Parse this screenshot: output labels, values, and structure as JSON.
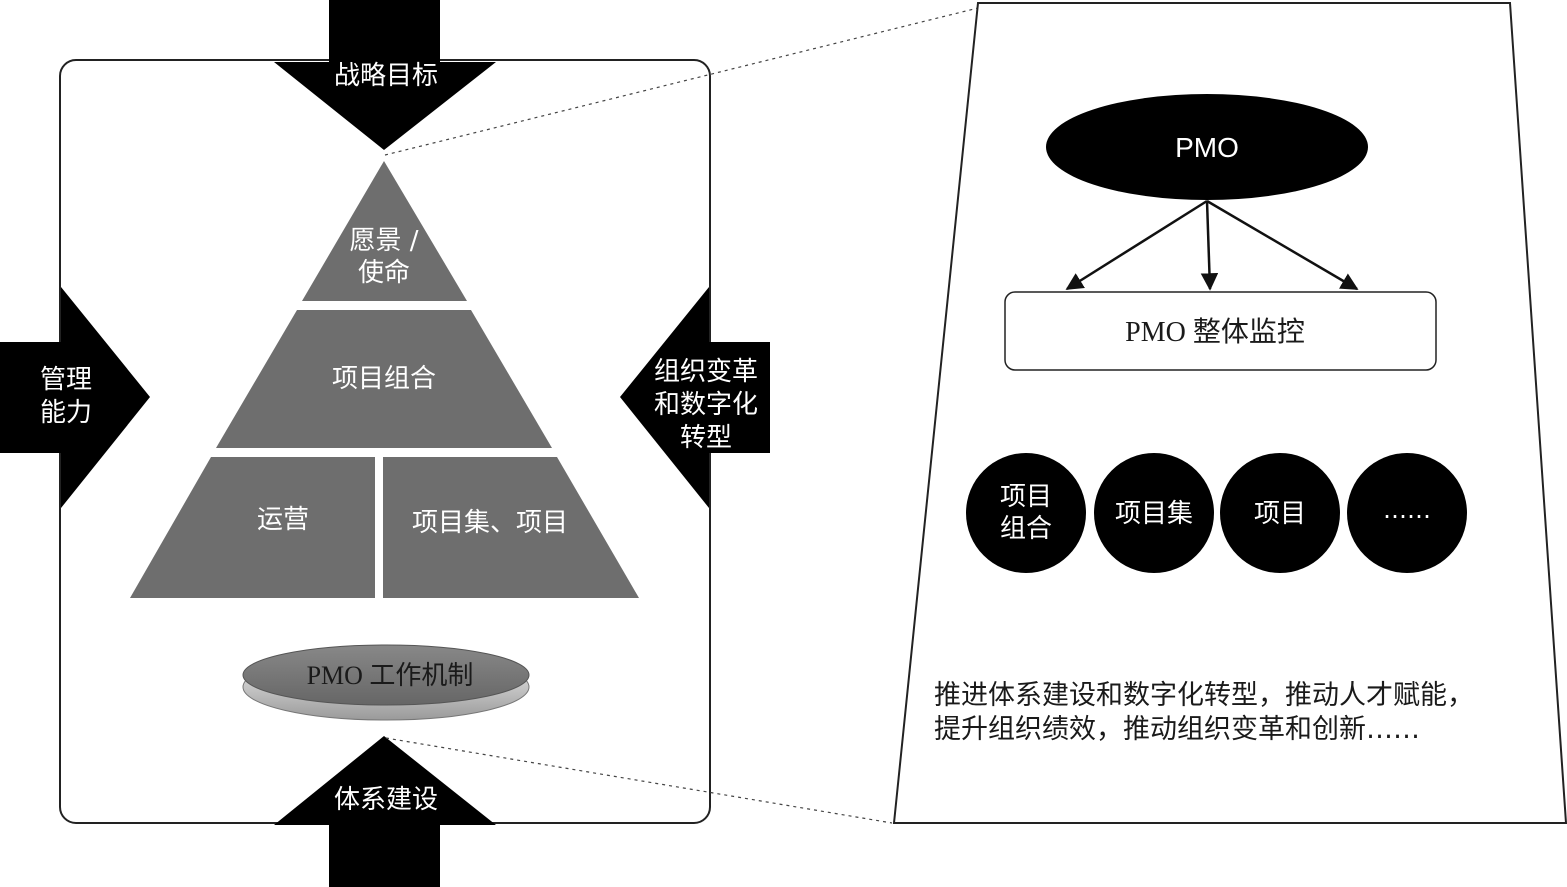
{
  "arrows": {
    "top": "战略目标",
    "left": [
      "管理",
      "能力"
    ],
    "right": [
      "组织变革",
      "和数字化",
      "转型"
    ],
    "bottom": "体系建设"
  },
  "pyramid": {
    "apex": [
      "愿景 /",
      "使命"
    ],
    "middle": "项目组合",
    "bottom_left": "运营",
    "bottom_right": "项目集、项目"
  },
  "platform": "PMO 工作机制",
  "detail": {
    "pmo": "PMO",
    "monitor": "PMO 整体监控",
    "circles": [
      [
        "项目",
        "组合"
      ],
      [
        "项目集"
      ],
      [
        "项目"
      ],
      [
        "……"
      ]
    ],
    "description": [
      "推进体系建设和数字化转型，推动人才赋能，",
      "提升组织绩效，推动组织变革和创新……"
    ]
  },
  "colors": {
    "pyramid_fill": "#6e6e6e",
    "arrow_fill": "#000000",
    "background": "#ffffff"
  }
}
